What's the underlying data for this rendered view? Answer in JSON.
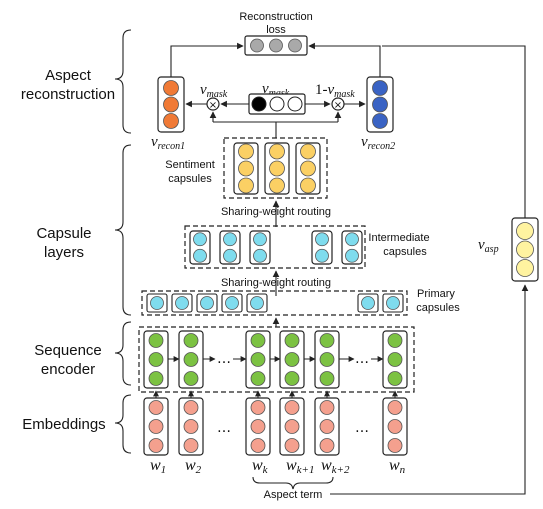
{
  "sections": {
    "aspect_reconstruction": [
      "Aspect",
      "reconstruction"
    ],
    "capsule_layers": [
      "Capsule",
      "layers"
    ],
    "sequence_encoder": [
      "Sequence",
      "encoder"
    ],
    "embeddings": "Embeddings"
  },
  "labels": {
    "reconstruction_loss": [
      "Reconstruction",
      "loss"
    ],
    "sentiment_capsules": [
      "Sentiment",
      "capsules"
    ],
    "intermediate_capsules": [
      "Intermediate",
      "capsules"
    ],
    "primary_capsules": [
      "Primary",
      "capsules"
    ],
    "routing_top": "Sharing-weight routing",
    "routing_bottom": "Sharing-weight routing",
    "aspect_term": "Aspect term"
  },
  "vars": {
    "v": "v",
    "mask": "mask",
    "one_minus": "1-",
    "recon1": "recon1",
    "recon2": "recon2",
    "asp": "asp",
    "w": "w",
    "ellipsis": "…",
    "times": "×"
  },
  "words": [
    {
      "base": "w",
      "sub": "1"
    },
    {
      "base": "w",
      "sub": "2"
    },
    {
      "base": "w",
      "sub": "k"
    },
    {
      "base": "w",
      "sub": "k+1"
    },
    {
      "base": "w",
      "sub": "k+2"
    },
    {
      "base": "w",
      "sub": "n"
    }
  ],
  "colors": {
    "embedding": "#f4a08e",
    "encoder": "#7cc242",
    "primary_capsule": "#7fdcee",
    "intermediate_capsule": "#7fdcee",
    "sentiment_capsule": "#fbd064",
    "aspect_vector": "#fff3a0",
    "recon1": "#f07a36",
    "recon2": "#3a63c4",
    "loss": "#a9a9a9",
    "mask_on": "#000000",
    "mask_off": "#ffffff"
  }
}
